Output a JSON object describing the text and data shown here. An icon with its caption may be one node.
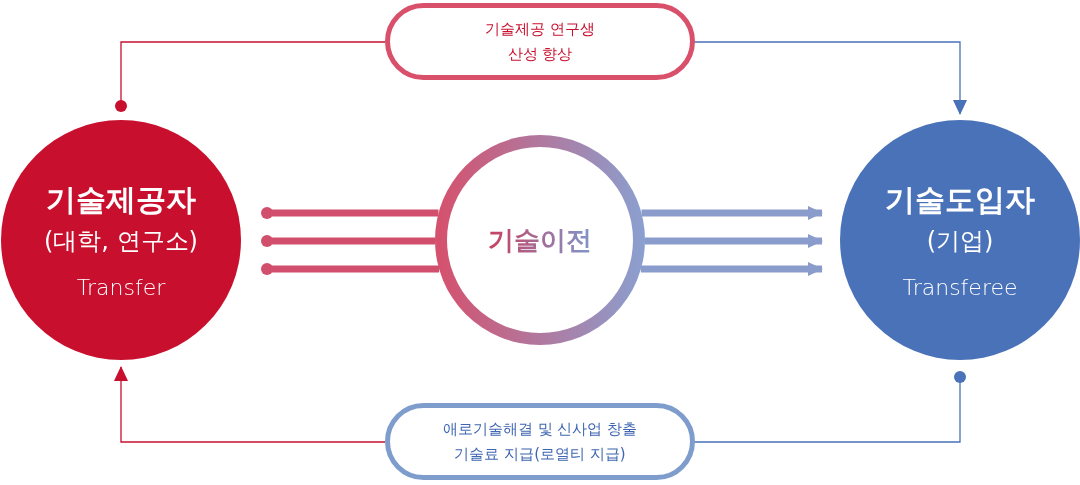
{
  "diagram": {
    "nodes": [
      {
        "text": [
          "기술제공자",
          "(대학, 연구소)",
          "Transfer"
        ]
      },
      {
        "text": [
          "기술이전"
        ]
      },
      {
        "text": [
          "기술도입자",
          "(기업)",
          "Transferee"
        ]
      },
      {
        "text": [
          "기술제공 연구생산성 향상"
        ]
      },
      {
        "text": [
          "애로기술해결 및 신사업 창출 기술료 지급(로열티 지급)"
        ]
      }
    ],
    "edges": [
      {
        "from": 0,
        "to": 3,
        "arrow": "other",
        "color": "#c8102e"
      },
      {
        "from": 3,
        "to": 2,
        "arrow": "to",
        "color": "#4a72b8"
      },
      {
        "from": 2,
        "to": 4,
        "arrow": "other",
        "color": "#4a72b8"
      },
      {
        "from": 4,
        "to": 0,
        "arrow": "to",
        "color": "#c8102e"
      },
      {
        "from": 0,
        "to": 1,
        "arrow": "other",
        "color": "#d14f6c"
      },
      {
        "from": 0,
        "to": 1,
        "arrow": "other",
        "color": "#d14f6c"
      },
      {
        "from": 0,
        "to": 1,
        "arrow": "other",
        "color": "#d14f6c"
      },
      {
        "from": 1,
        "to": 2,
        "arrow": "to",
        "color": "#8a9ccb"
      },
      {
        "from": 1,
        "to": 2,
        "arrow": "to",
        "color": "#8a9ccb"
      },
      {
        "from": 1,
        "to": 2,
        "arrow": "to",
        "color": "#8a9ccb"
      }
    ]
  }
}
